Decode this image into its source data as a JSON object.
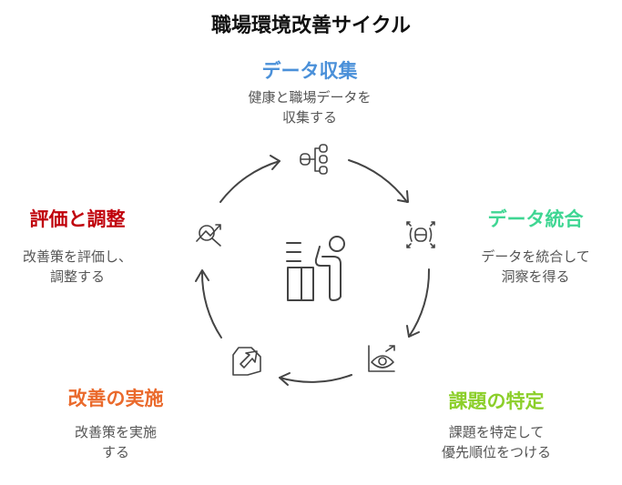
{
  "title": "職場環境改善サイクル",
  "steps": [
    {
      "heading": "データ収集",
      "desc1": "健康と職場データを",
      "desc2": "収集する",
      "color": "#4a90d9",
      "icon": "database-hierarchy-icon"
    },
    {
      "heading": "データ統合",
      "desc1": "データを統合して",
      "desc2": "洞察を得る",
      "color": "#3fd693",
      "icon": "database-expand-icon"
    },
    {
      "heading": "課題の特定",
      "desc1": "課題を特定して",
      "desc2": "優先順位をつける",
      "color": "#8ccf2a",
      "icon": "chart-eye-icon"
    },
    {
      "heading": "改善の実施",
      "desc1": "改善策を実施",
      "desc2": "する",
      "color": "#ea6a2c",
      "icon": "upgrade-arrow-icon"
    },
    {
      "heading": "評価と調整",
      "desc1": "改善策を評価し、",
      "desc2": "調整する",
      "color": "#c0000b",
      "icon": "analysis-search-icon"
    }
  ],
  "center_icon": "person-at-desk-icon"
}
